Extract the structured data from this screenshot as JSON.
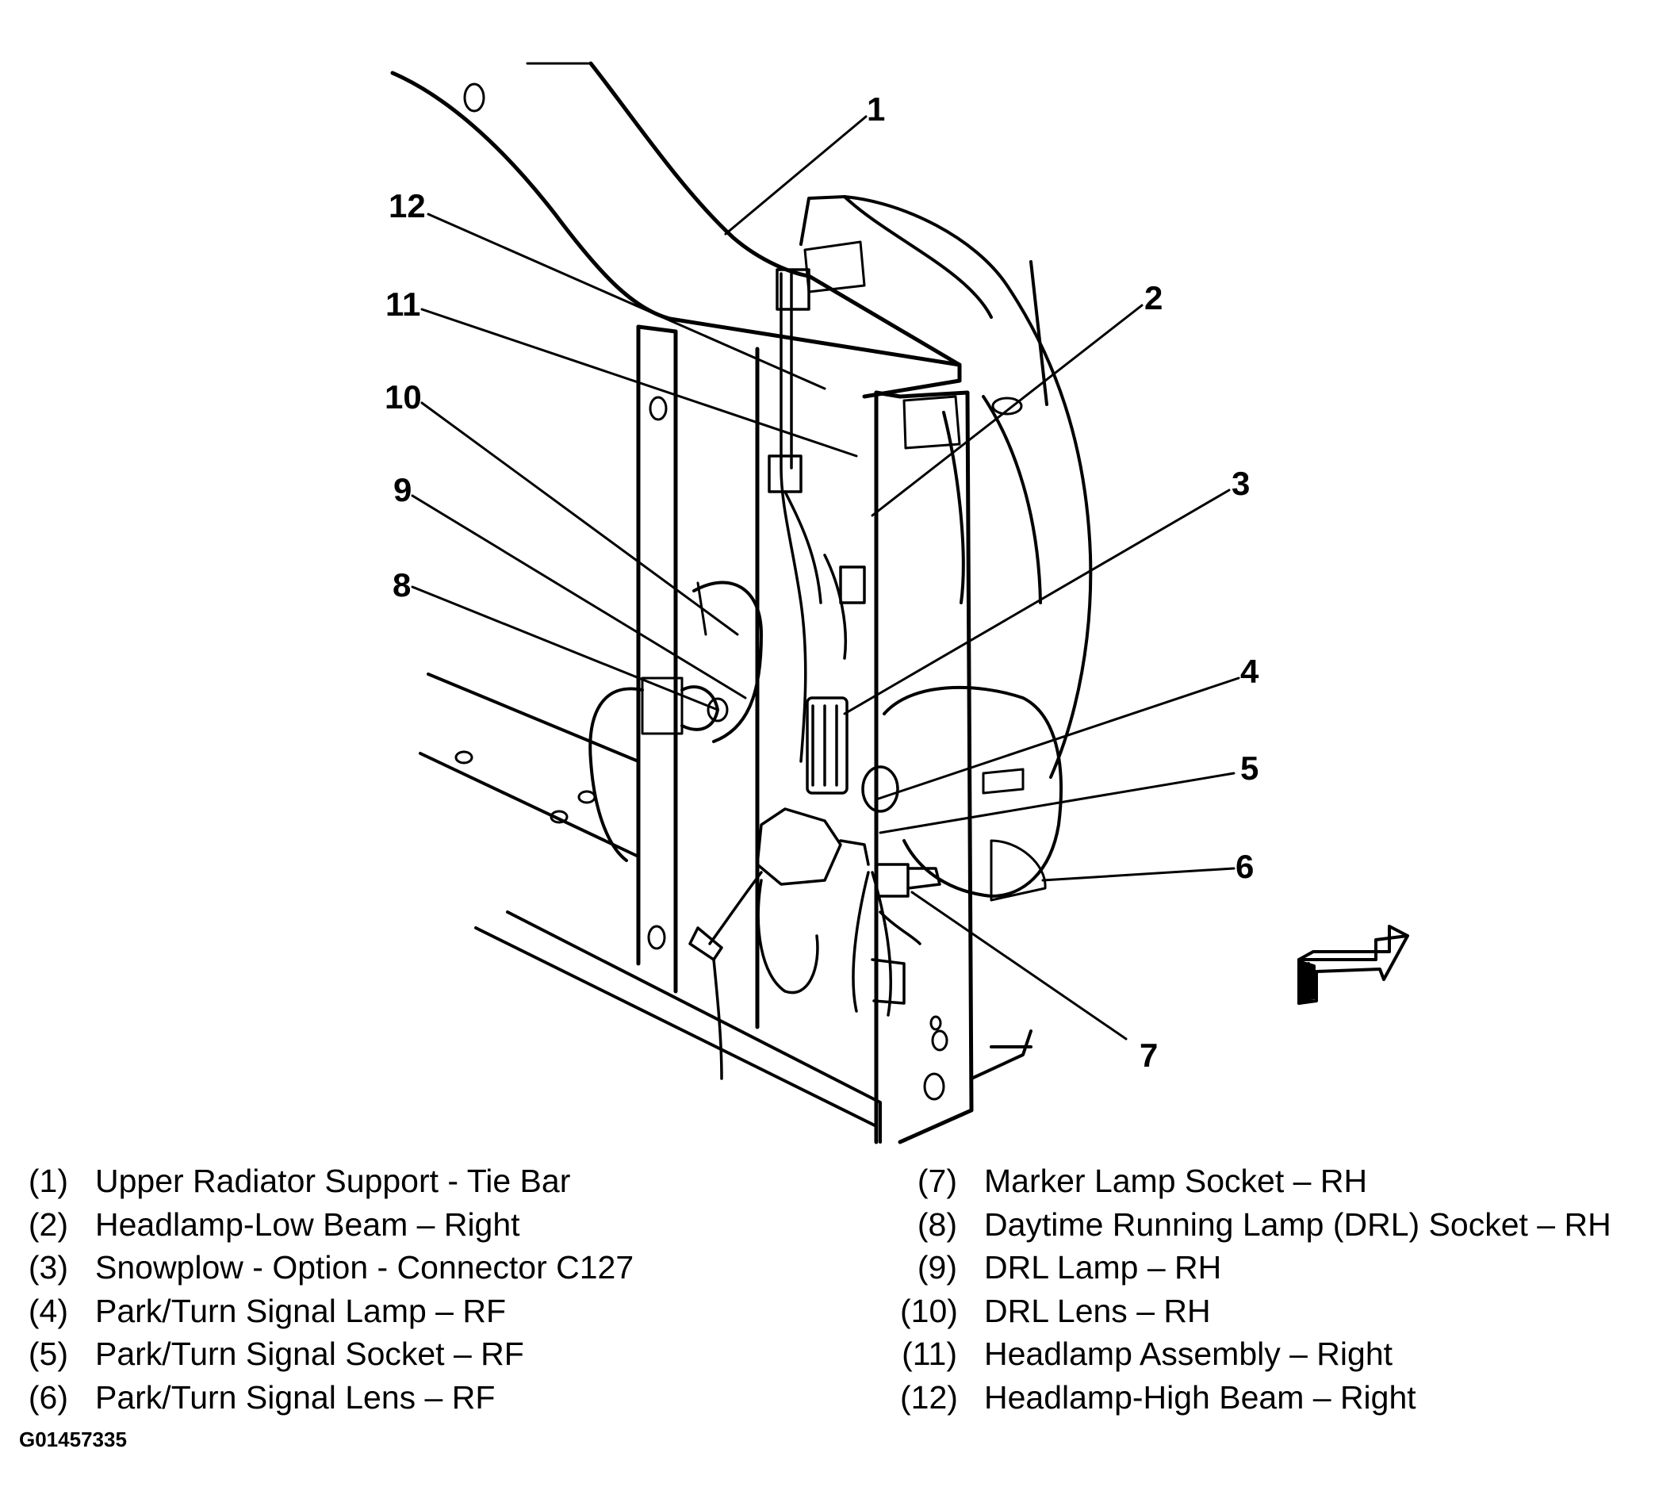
{
  "callouts": {
    "c1": "1",
    "c2": "2",
    "c3": "3",
    "c4": "4",
    "c5": "5",
    "c6": "6",
    "c7": "7",
    "c8": "8",
    "c9": "9",
    "c10": "10",
    "c11": "11",
    "c12": "12"
  },
  "legend": {
    "left": [
      {
        "num": "(1)",
        "text": "Upper Radiator Support - Tie Bar"
      },
      {
        "num": "(2)",
        "text": "Headlamp-Low Beam – Right"
      },
      {
        "num": "(3)",
        "text": "Snowplow - Option - Connector C127"
      },
      {
        "num": "(4)",
        "text": "Park/Turn Signal Lamp – RF"
      },
      {
        "num": "(5)",
        "text": "Park/Turn Signal Socket – RF"
      },
      {
        "num": "(6)",
        "text": "Park/Turn Signal Lens – RF"
      }
    ],
    "right": [
      {
        "num": "(7)",
        "text": "Marker Lamp Socket – RH"
      },
      {
        "num": "(8)",
        "text": "Daytime Running Lamp (DRL) Socket – RH"
      },
      {
        "num": "(9)",
        "text": "DRL Lamp – RH"
      },
      {
        "num": "(10)",
        "text": "DRL Lens – RH"
      },
      {
        "num": "(11)",
        "text": "Headlamp Assembly – Right"
      },
      {
        "num": "(12)",
        "text": "Headlamp-High Beam – Right"
      }
    ]
  },
  "figure_id": "G01457335",
  "icons": {
    "direction": "front-arrow-icon"
  }
}
